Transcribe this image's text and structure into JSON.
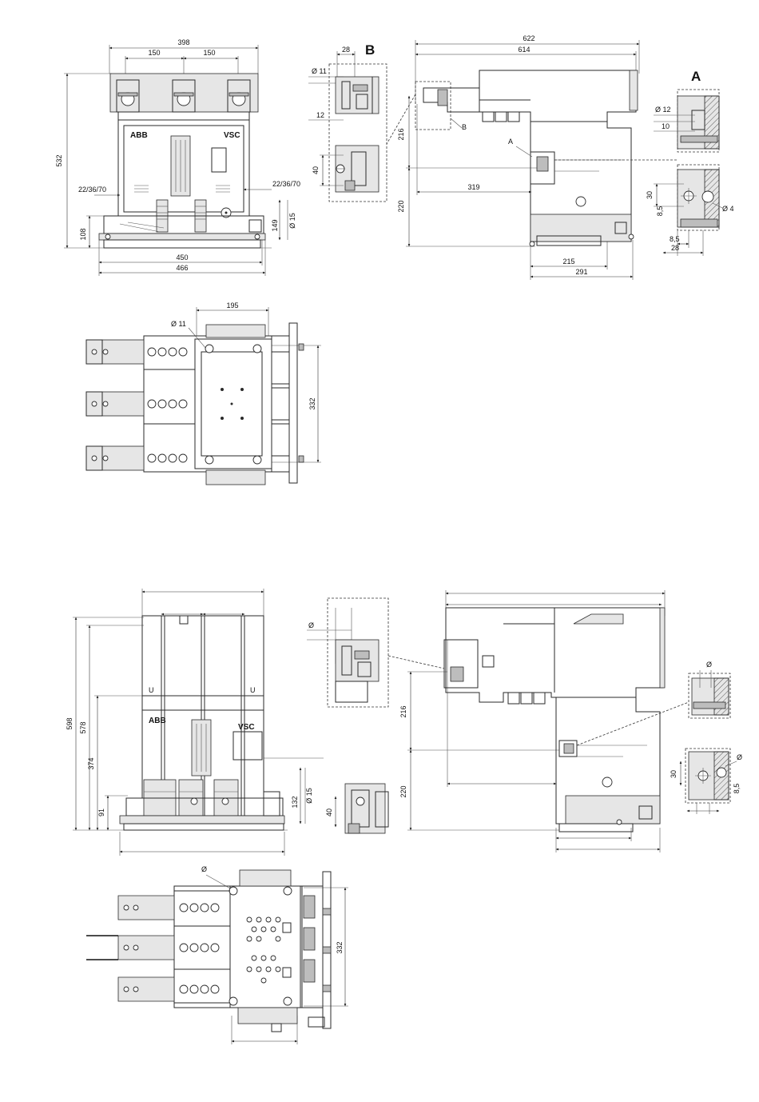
{
  "detail_labels": {
    "a": "A",
    "b": "B"
  },
  "logos": {
    "brand": "ABB",
    "model": "VSC"
  },
  "top_drawing": {
    "front_view": {
      "width_overall": "398",
      "pitch_left": "150",
      "pitch_right": "150",
      "height_overall": "532",
      "side_left": "22/36/70",
      "side_right": "22/36/70",
      "base_height": "108",
      "height_149": "149",
      "hole_diameter": "Ø 15",
      "base_width": "450",
      "overall_width": "466"
    },
    "detail_b": {
      "width": "28",
      "diameter": "Ø 11",
      "offset": "12",
      "height": "40"
    },
    "side_view": {
      "length_overall": "622",
      "length_body": "614",
      "height_upper": "216",
      "height_lower": "220",
      "depth_319": "319",
      "depth_215": "215",
      "depth_291": "291"
    },
    "detail_a": {
      "diameter_12": "Ø 12",
      "dim_10": "10",
      "dim_30": "30",
      "dim_8_5_left": "8,5",
      "diameter_4": "Ø 4",
      "dim_8_5_bottom": "8,5",
      "dim_28": "28"
    },
    "plan_view": {
      "width": "195",
      "diameter": "Ø 11",
      "height": "332"
    }
  },
  "bottom_drawing": {
    "front_view": {
      "height_598": "598",
      "height_578": "578",
      "height_374": "374",
      "height_91": "91",
      "height_132": "132",
      "hole_diameter": "Ø 15"
    },
    "detail_b": {
      "diameter": "Ø",
      "height": "40"
    },
    "side_view": {
      "height_upper": "216",
      "height_lower": "220"
    },
    "detail_a": {
      "diameter_top": "Ø",
      "dim_30": "30",
      "diameter_right": "Ø",
      "dim_8_5": "8,5"
    },
    "plan_view": {
      "diameter": "Ø",
      "height": "332"
    }
  }
}
